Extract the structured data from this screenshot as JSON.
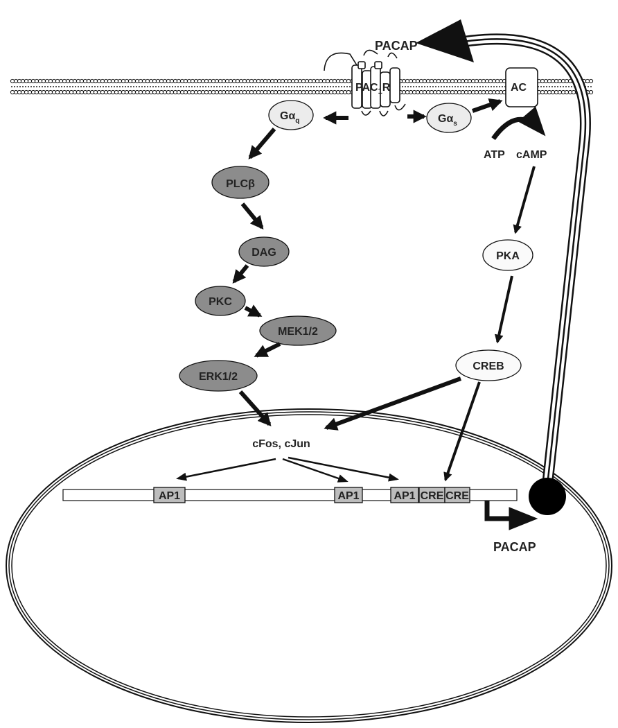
{
  "ligand_top": "PACAP",
  "receptor": {
    "main": "PAC",
    "sub": "1",
    "suffix": "R"
  },
  "adenylyl_cyclase": "AC",
  "g_alpha_q": {
    "main": "Gα",
    "sub": "q"
  },
  "g_alpha_s": {
    "main": "Gα",
    "sub": "s"
  },
  "atp": "ATP",
  "camp": "cAMP",
  "pka": "PKA",
  "creb": "CREB",
  "plc": "PLCβ",
  "dag": "DAG",
  "pkc": "PKC",
  "mek": "MEK1/2",
  "erk": "ERK1/2",
  "cfos_cjun": "cFos, cJun",
  "dna_elements": [
    "AP1",
    "AP1",
    "AP1",
    "CRE",
    "CRE"
  ],
  "ligand_product": "PACAP",
  "colors": {
    "dark_node": "#8c8c8c",
    "light_node": "#ececec",
    "white_node": "#fafafa",
    "stroke": "#111111"
  }
}
